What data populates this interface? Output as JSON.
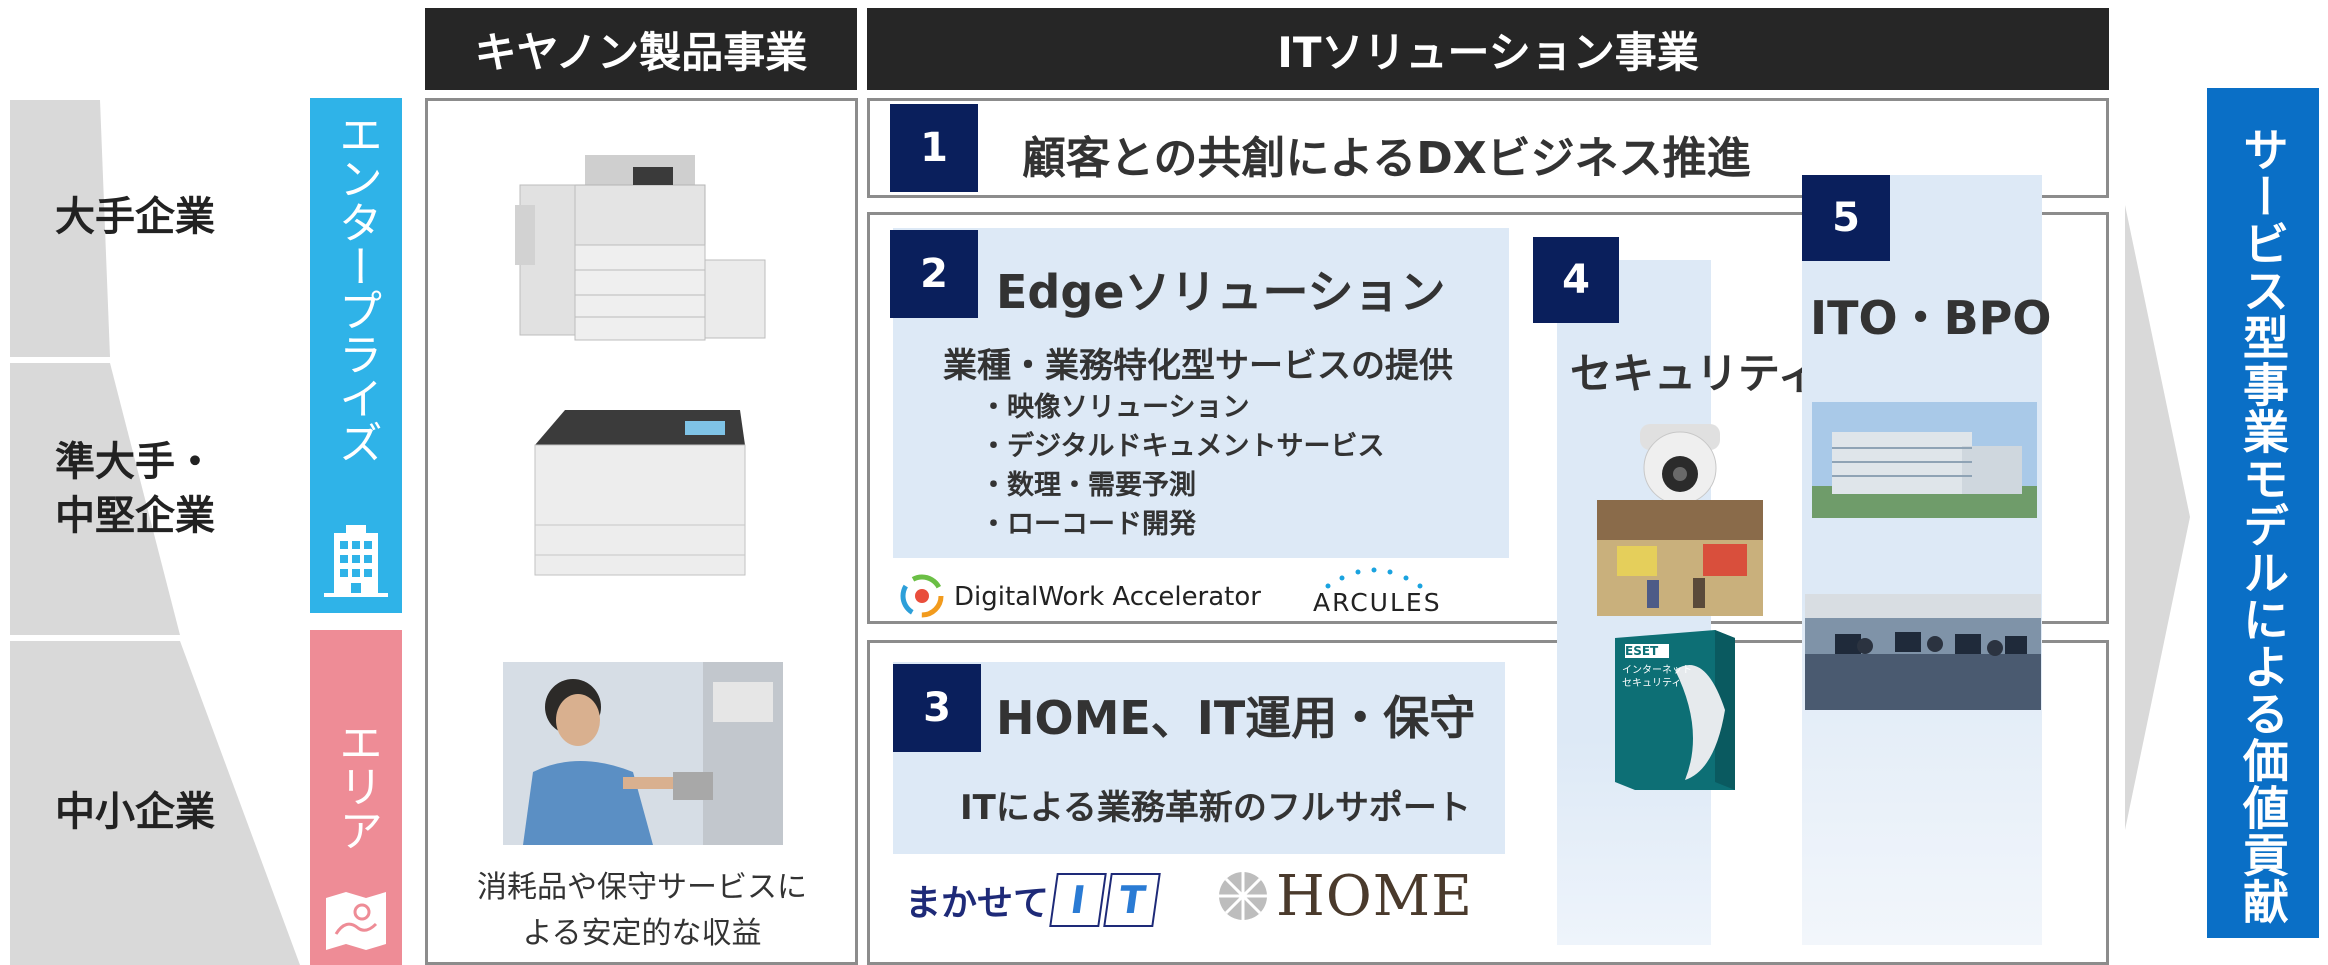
{
  "headers": {
    "canon": "キヤノン製品事業",
    "it": "ITソリューション事業"
  },
  "segments": [
    {
      "label": "大手企業"
    },
    {
      "label": "準大手・\n中堅企業"
    },
    {
      "label": "中小企業"
    }
  ],
  "channels": {
    "enterprise": "エンタープライズ",
    "area": "エリア"
  },
  "canon_panel": {
    "caption_line1": "消耗品や保守サービスに",
    "caption_line2": "よる安定的な収益"
  },
  "sections": {
    "s1": {
      "num": "1",
      "title": "顧客との共創によるDXビジネス推進"
    },
    "s2": {
      "num": "2",
      "title": "Edgeソリューション",
      "subtitle": "業種・業務特化型サービスの提供",
      "bullets": [
        "・映像ソリューション",
        "・デジタルドキュメントサービス",
        "・数理・需要予測",
        "・ローコード開発"
      ],
      "logo1": "DigitalWork Accelerator",
      "logo2": "ARCULES"
    },
    "s3": {
      "num": "3",
      "title": "HOME、IT運用・保守",
      "subtitle": "ITによる業務革新のフルサポート",
      "logo1_text": "まかせて",
      "logo1_i": "I",
      "logo1_t": "T",
      "logo2": "HOME"
    },
    "s4": {
      "num": "4",
      "title": "セキュリティ",
      "eset_brand": "eset",
      "eset_product": "インターネット\nセキュリティ"
    },
    "s5": {
      "num": "5",
      "title": "ITO・BPO"
    }
  },
  "right_banner": "サービス型事業モデルによる価値貢献",
  "colors": {
    "header_bg": "#262626",
    "number_box": "#0a1f5c",
    "enterprise": "#2fb3e8",
    "area": "#ee8c96",
    "banner": "#0a6fc6"
  }
}
